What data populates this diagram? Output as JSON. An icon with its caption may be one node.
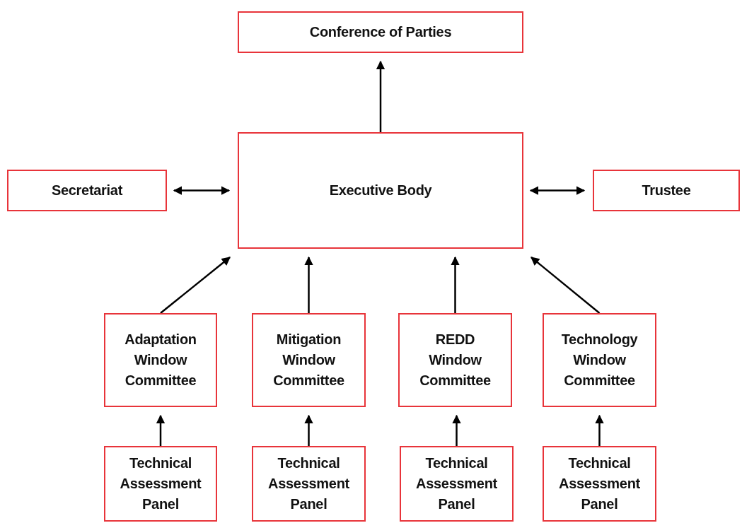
{
  "diagram": {
    "nodes": [
      {
        "text": [
          "Conference of Parties"
        ]
      },
      {
        "text": [
          "Secretariat"
        ]
      },
      {
        "text": [
          "Executive Body"
        ]
      },
      {
        "text": [
          "Trustee"
        ]
      },
      {
        "text": [
          "Adaptation Window Committee"
        ]
      },
      {
        "text": [
          "Mitigation Window Committee"
        ]
      },
      {
        "text": [
          "REDD Window Committee"
        ]
      },
      {
        "text": [
          "Technology Window Committee"
        ]
      },
      {
        "text": [
          "Technical Assessment Panel"
        ]
      },
      {
        "text": [
          "Technical Assessment Panel"
        ]
      },
      {
        "text": [
          "Technical Assessment Panel"
        ]
      },
      {
        "text": [
          "Technical Assessment Panel"
        ]
      }
    ],
    "edges": [
      {
        "from": 2,
        "to": 0,
        "arrow": "to"
      },
      {
        "from": 1,
        "to": 2,
        "arrow": "both"
      },
      {
        "from": 2,
        "to": 3,
        "arrow": "both"
      },
      {
        "from": 4,
        "to": 2,
        "arrow": "to"
      },
      {
        "from": 5,
        "to": 2,
        "arrow": "to"
      },
      {
        "from": 6,
        "to": 2,
        "arrow": "to"
      },
      {
        "from": 7,
        "to": 2,
        "arrow": "to"
      },
      {
        "from": 8,
        "to": 4,
        "arrow": "to"
      },
      {
        "from": 9,
        "to": 5,
        "arrow": "to"
      },
      {
        "from": 10,
        "to": 6,
        "arrow": "to"
      },
      {
        "from": 11,
        "to": 7,
        "arrow": "to"
      }
    ]
  }
}
